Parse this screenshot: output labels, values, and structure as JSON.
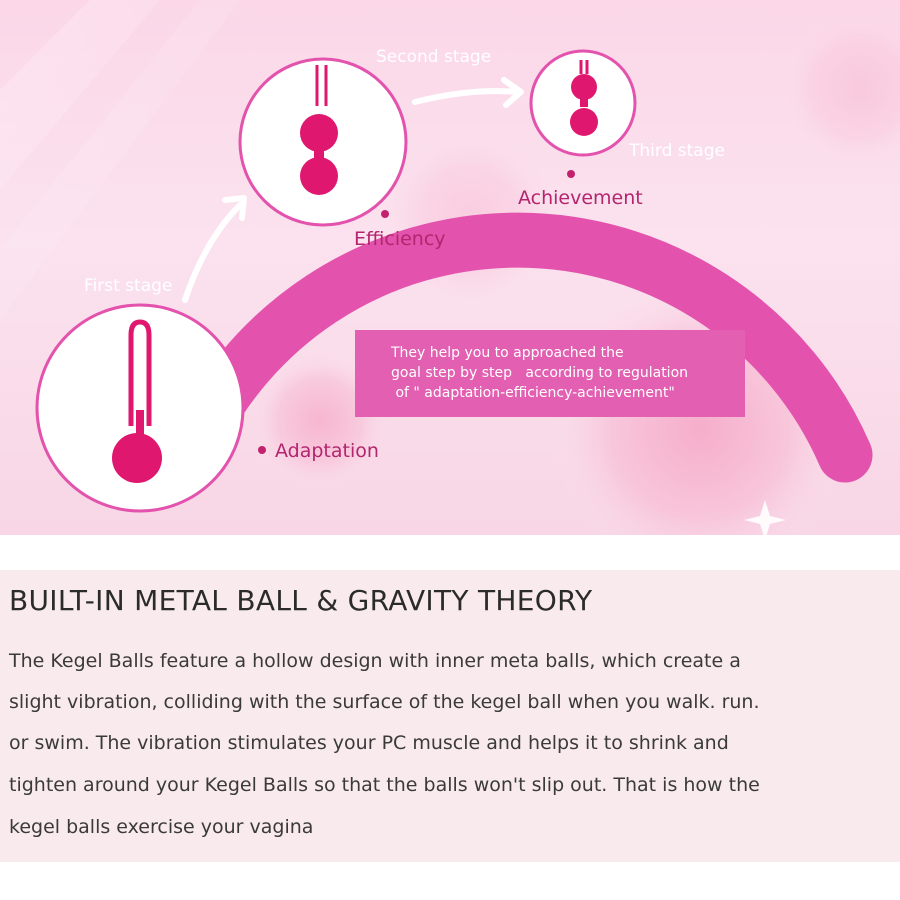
{
  "diagram": {
    "stages": {
      "first": "First stage",
      "second": "Second stage",
      "third": "Third stage"
    },
    "steps": {
      "adaptation": "Adaptation",
      "efficiency": "Efficiency",
      "achievement": "Achievement"
    },
    "callout_lines": [
      "They help you to approached the",
      "goal step by step   according to regulation",
      " of \" adaptation-efficiency-achievement\""
    ],
    "colors": {
      "arc": "#e353ad",
      "ball": "#e0176f",
      "callout": "#e25fb1",
      "step_text": "#b3256e"
    }
  },
  "section": {
    "heading": "BUILT-IN METAL BALL & GRAVITY THEORY",
    "body_lines": [
      "The Kegel Balls feature a hollow design with inner meta balls, which create a",
      "slight vibration, colliding with the surface of the kegel ball when you walk. run.",
      "or swim. The vibration stimulates your PC muscle and helps it to shrink and",
      "tighten around your Kegel Balls so that the balls won't slip out. That is how the",
      "kegel balls exercise your vagina"
    ]
  }
}
